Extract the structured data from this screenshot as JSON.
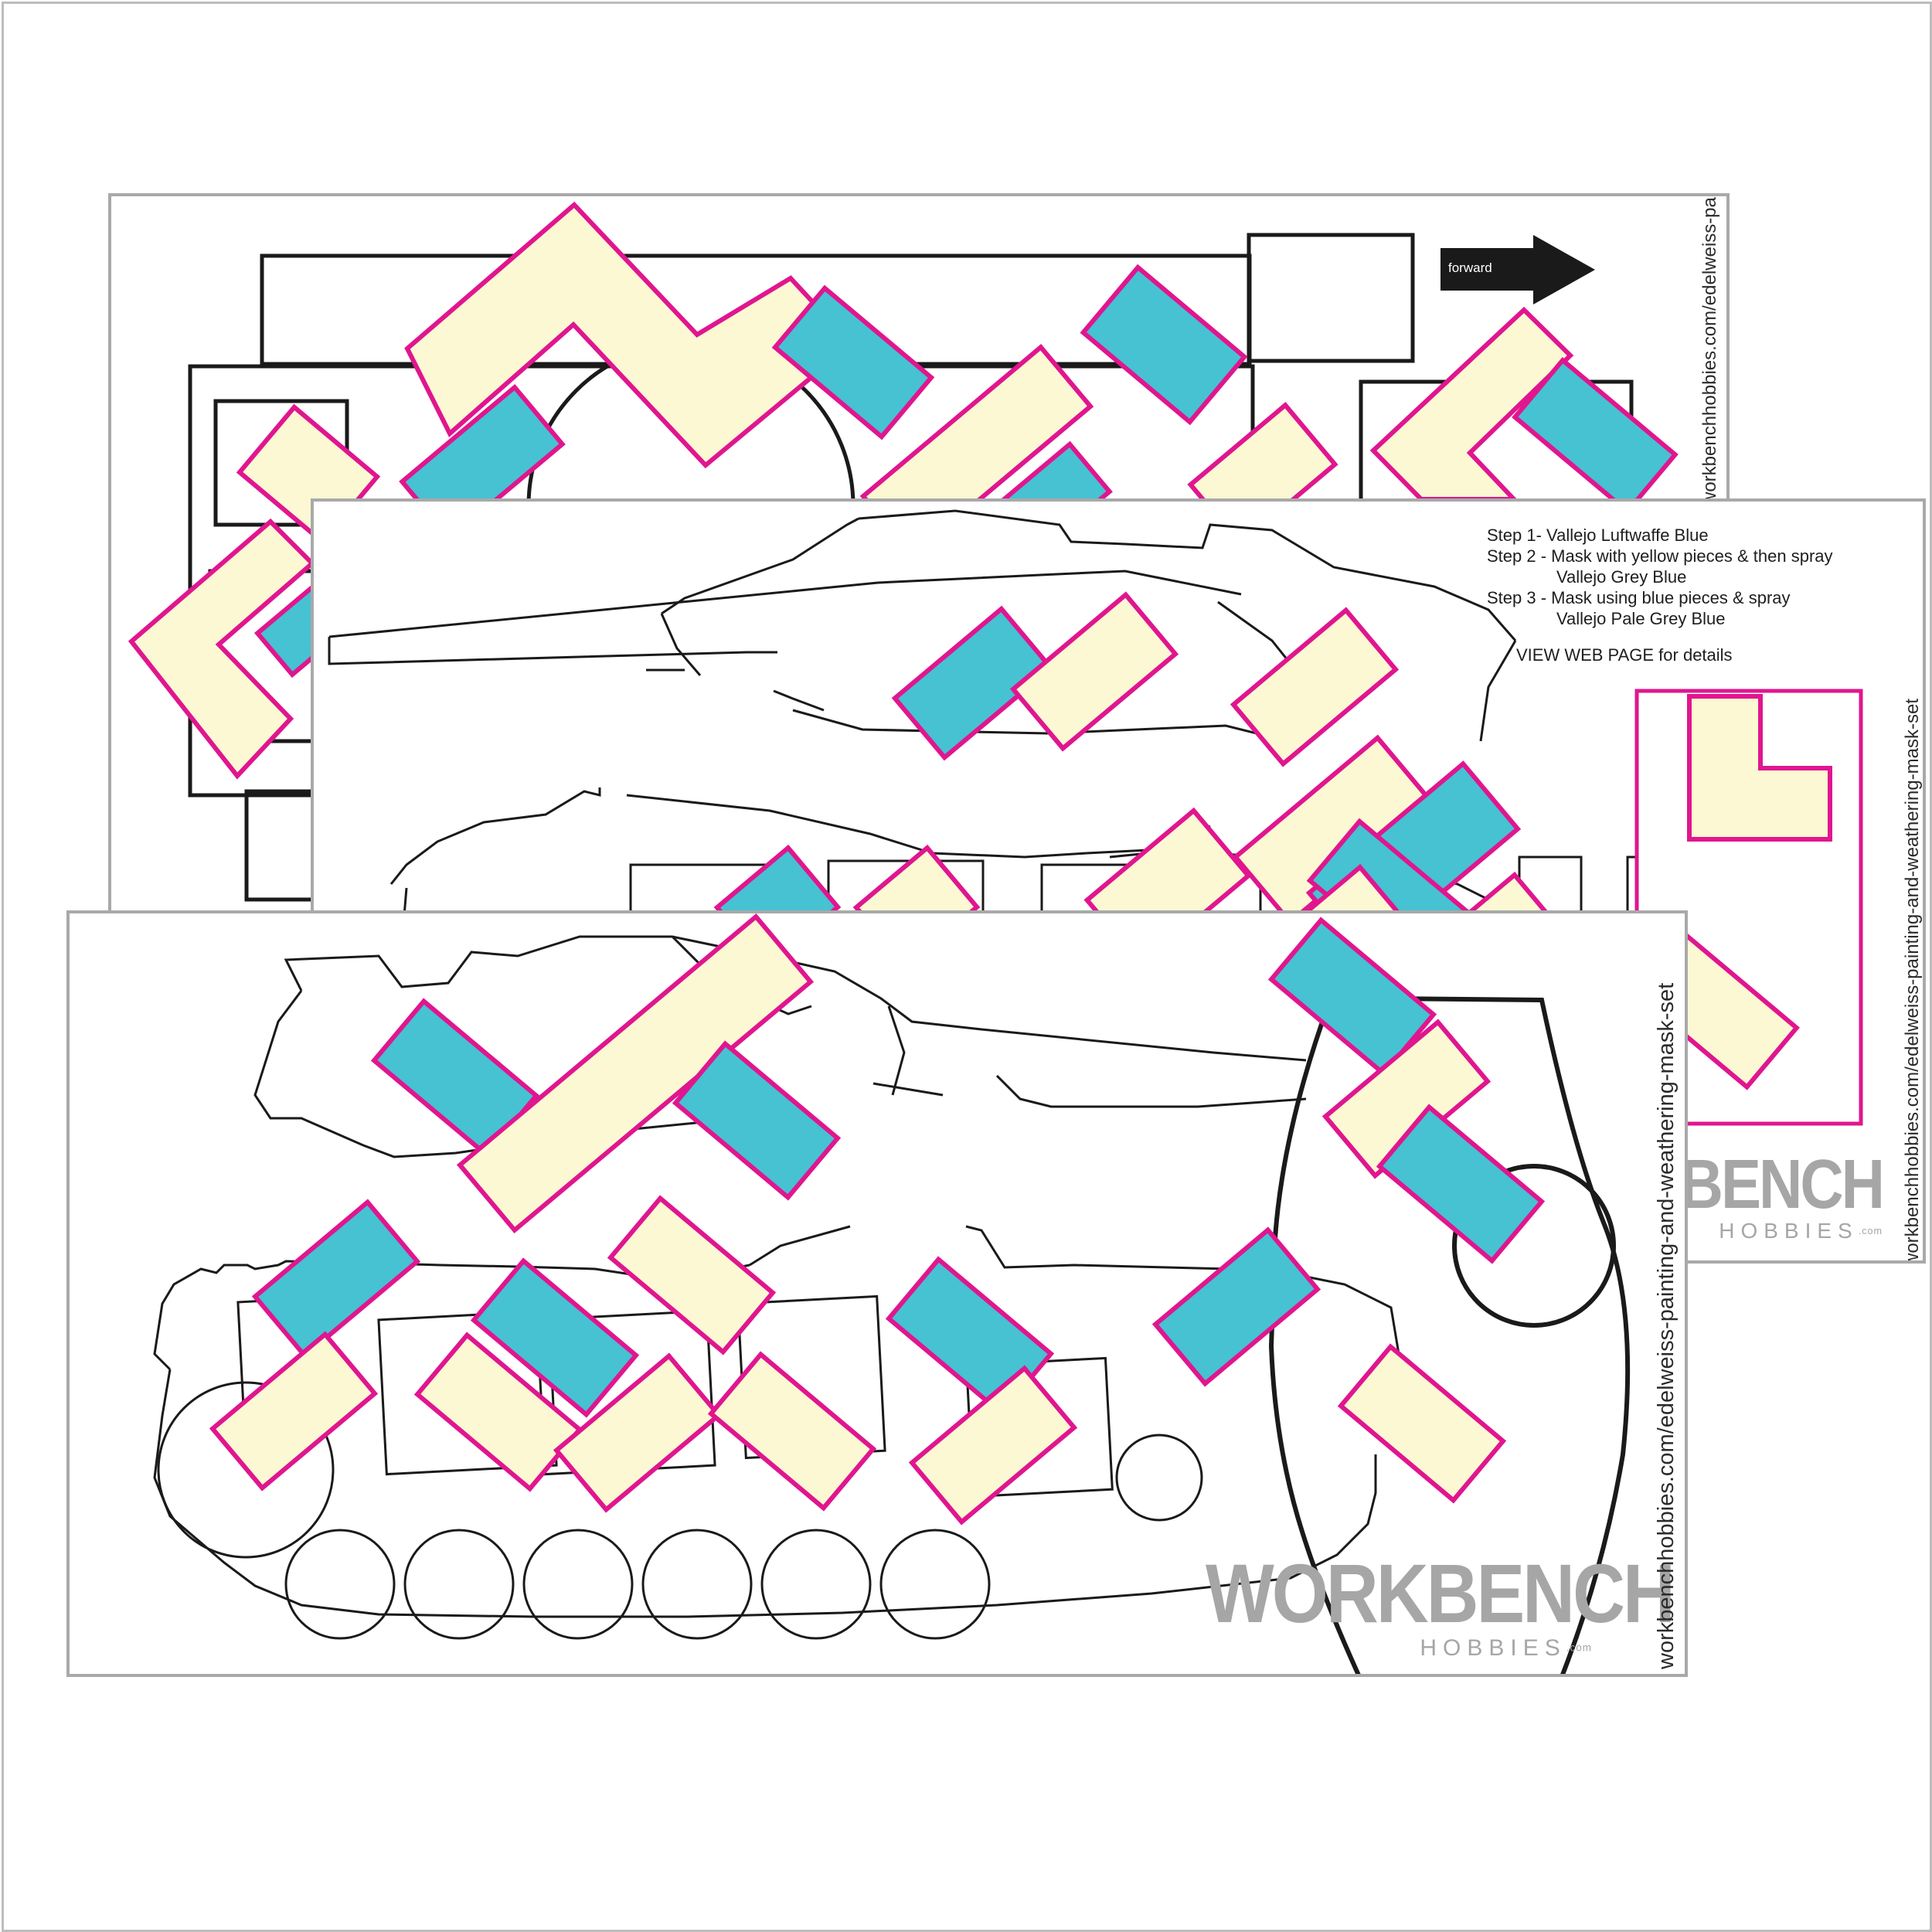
{
  "sheets": {
    "back": {
      "url": "workbenchhobbies.com/edelweiss-painting-and-weathering-mask-set",
      "forward_label": "forward"
    },
    "middle": {
      "url": "workbenchhobbies.com/edelweiss-painting-and-weathering-mask-set",
      "steps": [
        "Step 1- Vallejo Luftwaffe Blue",
        "Step 2 - Mask with yellow pieces & then spray",
        "Vallejo Grey Blue",
        "Step 3 - Mask using blue pieces & spray",
        "Vallejo Pale Grey Blue"
      ],
      "web_note": "VIEW WEB PAGE for details",
      "logo_main": "KBENCH",
      "logo_sub": "HOBBIES",
      "logo_dotcom": ".com"
    },
    "front": {
      "url": "workbenchhobbies.com/edelweiss-painting-and-weathering-mask-set",
      "logo_main": "WORKBENCH",
      "logo_sub": "HOBBIES",
      "logo_dotcom": ".com"
    }
  },
  "colors": {
    "mask_yellow": "#fbf8d3",
    "mask_blue": "#46c2d2",
    "mask_border": "#e0168f",
    "outline": "#1a1a1a",
    "sheet_border": "#a9a9a9",
    "logo_grey": "#a6a6a6"
  }
}
